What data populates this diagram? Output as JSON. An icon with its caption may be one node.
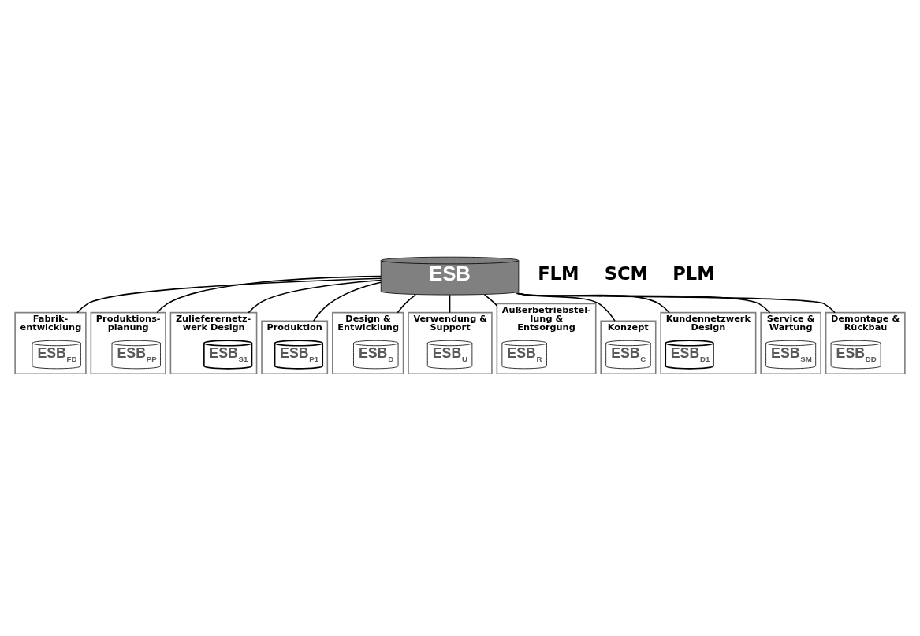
{
  "diagram": {
    "nodes": [
      {
        "text": [
          "ESB"
        ]
      },
      {
        "text": [
          "Fabrik- entwicklung"
        ]
      },
      {
        "text": [
          "ESB$_{FD}$"
        ],
        "in": 1
      },
      {
        "text": [
          "Produktions- planung"
        ]
      },
      {
        "text": [
          "ESB$_{PP}$"
        ],
        "in": 3
      },
      {
        "text": [
          "Zulieferernetz- werk Design"
        ]
      },
      {
        "text": [
          "ESB$_{S1}$"
        ],
        "in": 5
      },
      {
        "text": [
          "Produktion"
        ]
      },
      {
        "text": [
          "ESB$_{P1}$"
        ],
        "in": 7
      },
      {
        "text": [
          "Design & Entwicklung"
        ]
      },
      {
        "text": [
          "ESB$_{D}$"
        ],
        "in": 9
      },
      {
        "text": [
          "Verwendung & Support"
        ]
      },
      {
        "text": [
          "ESB$_{U}$"
        ],
        "in": 11
      },
      {
        "text": [
          "Außerbetriebstel- lung & Entsorgung"
        ]
      },
      {
        "text": [
          "ESB$_{R}$"
        ],
        "in": 13
      },
      {
        "text": [
          "Konzept"
        ]
      },
      {
        "text": [
          "ESB$_{C}$"
        ],
        "in": 15
      },
      {
        "text": [
          "Kundennetzwerk Design"
        ]
      },
      {
        "text": [
          "ESB$_{D1}$"
        ],
        "in": 17
      },
      {
        "text": [
          "Service & Wartung"
        ]
      },
      {
        "text": [
          "ESB$_{SM}$"
        ],
        "in": 19
      },
      {
        "text": [
          "Demontage & Rückbau"
        ]
      },
      {
        "text": [
          "ESB$_{DD}$"
        ],
        "in": 21
      }
    ],
    "edges": [
      {
        "from": 0,
        "to": 1,
        "arrow": "none"
      },
      {
        "from": 0,
        "to": 3,
        "arrow": "none"
      },
      {
        "from": 0,
        "to": 5,
        "arrow": "none"
      },
      {
        "from": 0,
        "to": 9,
        "arrow": "none"
      },
      {
        "from": 0,
        "to": 15,
        "arrow": "none"
      },
      {
        "from": 0,
        "to": 7,
        "arrow": "none"
      },
      {
        "from": 0,
        "to": 19,
        "arrow": "none"
      },
      {
        "from": 0,
        "to": 11,
        "arrow": "none"
      },
      {
        "from": 0,
        "to": 21,
        "arrow": "none"
      },
      {
        "from": 0,
        "to": 17,
        "arrow": "none"
      },
      {
        "from": 0,
        "to": 13,
        "arrow": "none"
      }
    ],
    "labels": [
      "FLM",
      "SCM",
      "PLM"
    ]
  }
}
